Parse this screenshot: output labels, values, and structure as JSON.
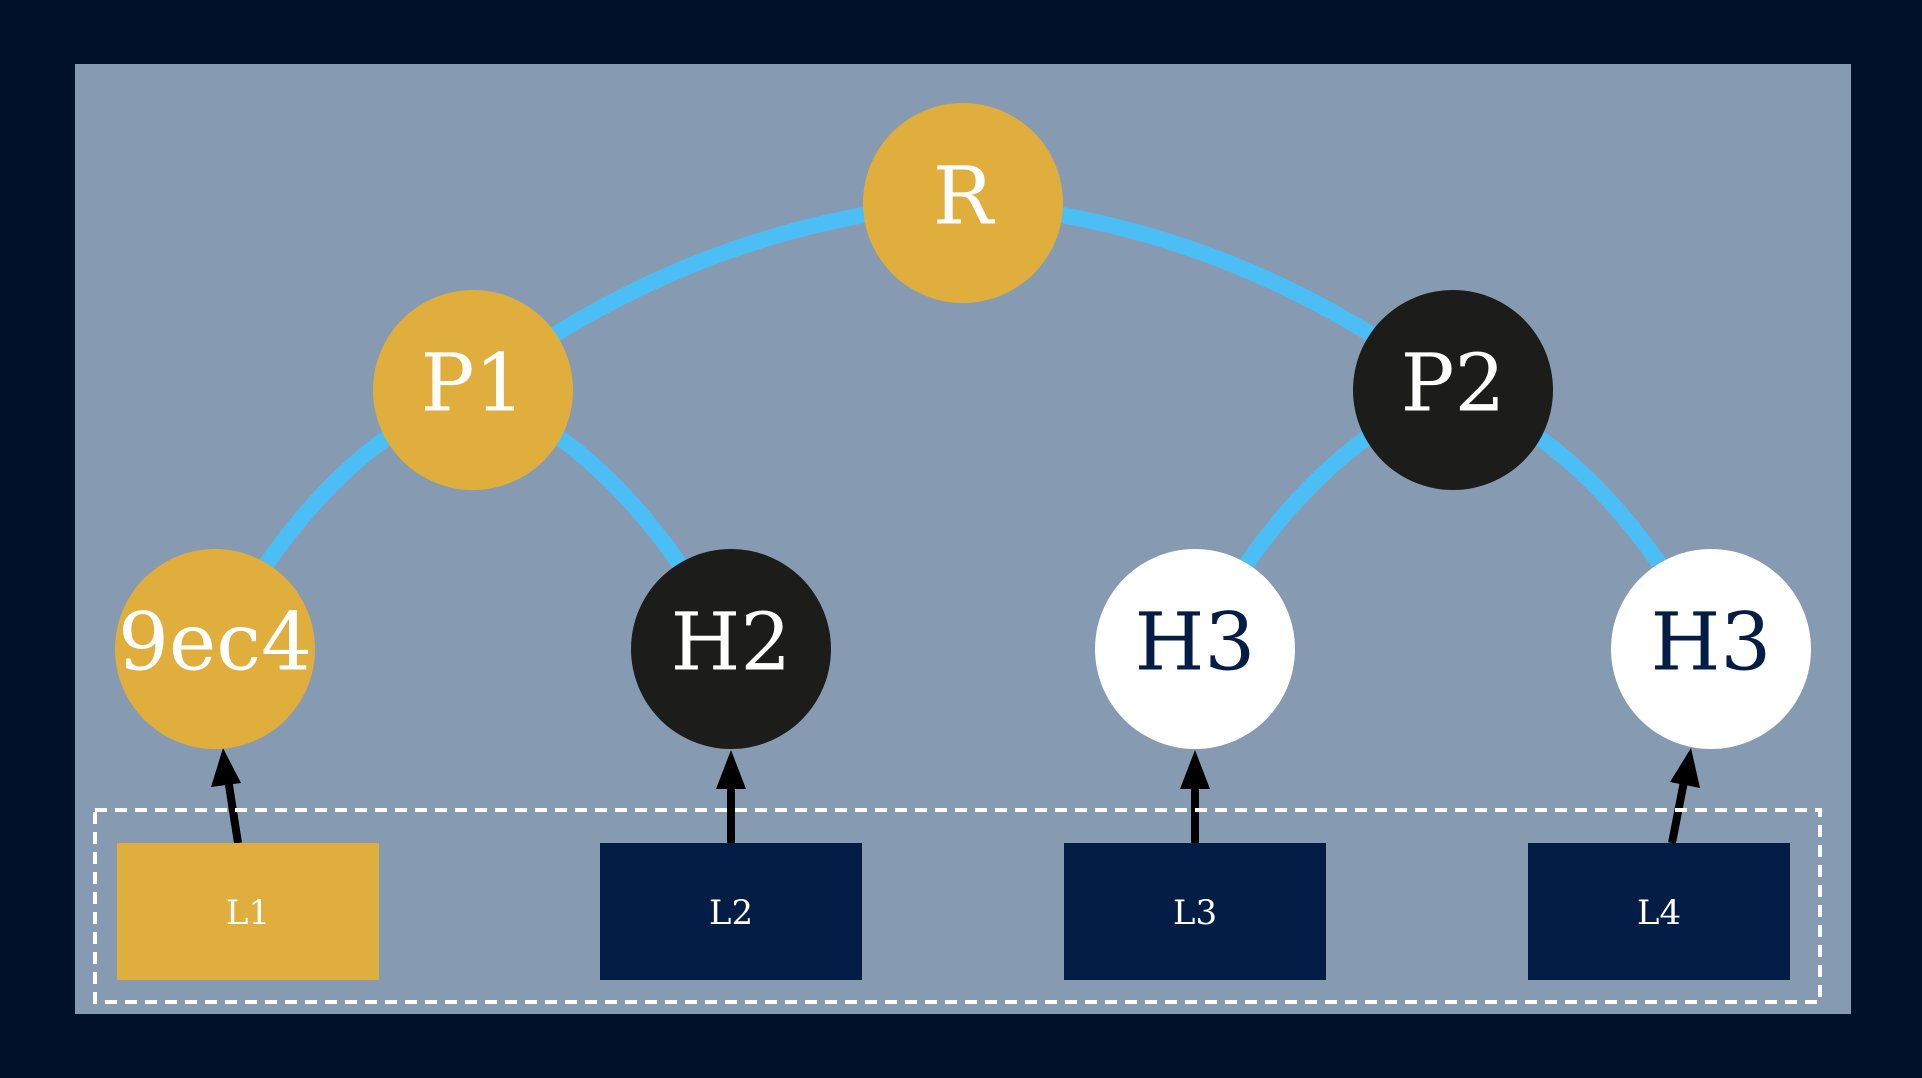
{
  "colors": {
    "background": "#00122a",
    "panel": "#869bb2",
    "edge": "#4cbef6",
    "gold": "#e0ae3c",
    "black": "#1c1c1a",
    "white": "#ffffff",
    "navy": "#031d45",
    "arrow": "#000000",
    "dashed_border": "#ffffff"
  },
  "tree": {
    "root": {
      "label": "R",
      "color": "gold"
    },
    "parents": [
      {
        "label": "P1",
        "color": "gold"
      },
      {
        "label": "P2",
        "color": "black"
      }
    ],
    "children": [
      {
        "label": "9ec4",
        "color": "gold",
        "text_color": "white"
      },
      {
        "label": "H2",
        "color": "black",
        "text_color": "white"
      },
      {
        "label": "H3",
        "color": "white",
        "text_color": "navy"
      },
      {
        "label": "H3",
        "color": "white",
        "text_color": "navy"
      }
    ]
  },
  "leaves": [
    {
      "label": "L1",
      "color": "gold"
    },
    {
      "label": "L2",
      "color": "navy"
    },
    {
      "label": "L3",
      "color": "navy"
    },
    {
      "label": "L4",
      "color": "navy"
    }
  ]
}
